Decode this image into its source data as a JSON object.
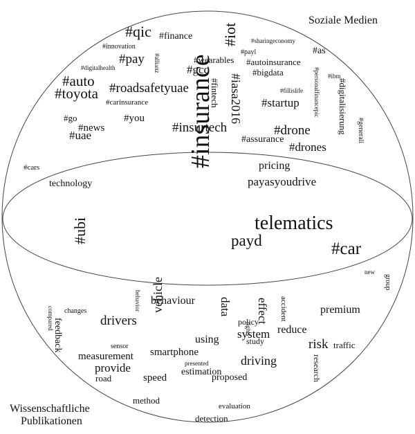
{
  "labels": {
    "top": "Soziale Medien",
    "bottom_line1": "Wissenschaftliche",
    "bottom_line2": "Publikationen"
  },
  "colors": {
    "ink": "#111111",
    "outline": "#444444",
    "background": "#ffffff"
  },
  "social_words": [
    "#qic",
    "#finance",
    "#iot",
    "#sharingeconomy",
    "#innovation",
    "#payl",
    "#as",
    "#pay",
    "#allianz",
    "#wearables",
    "#autoinsurance",
    "#digitalhealth",
    "#gcc",
    "#iasa2016",
    "#bigdata",
    "#personalfinancepic",
    "#ibm",
    "#auto",
    "#toyota",
    "#roadsafetyuae",
    "#fintech",
    "#fillislife",
    "#digitalisierung",
    "#carinsurance",
    "#startup",
    "#go",
    "#news",
    "#you",
    "#uae",
    "#insurtech",
    "#drone",
    "#assurance",
    "#drones",
    "#generali",
    "#cars"
  ],
  "overlap_words": [
    "pricing",
    "technology",
    "payasyoudrive",
    "#insurance",
    "telematics",
    "#ubi",
    "payd",
    "#car"
  ],
  "science_words": [
    "new",
    "group",
    "behavior",
    "compared",
    "changes",
    "behaviour",
    "data",
    "effect",
    "accident",
    "premium",
    "feedback",
    "drivers",
    "vehicle",
    "rights",
    "policy",
    "reduce",
    "system",
    "using",
    "study",
    "sensor",
    "risk",
    "traffic",
    "measurement",
    "smartphone",
    "research",
    "provide",
    "driving",
    "presented",
    "road",
    "speed",
    "estimation",
    "proposed",
    "method",
    "evaluation",
    "detection"
  ]
}
